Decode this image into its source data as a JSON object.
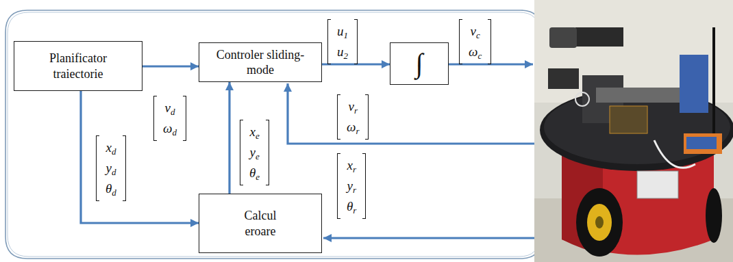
{
  "diagram": {
    "nodes": [
      {
        "text": [
          "Planificator traiectorie"
        ]
      },
      {
        "text": [
          "Controler sliding-mode"
        ]
      },
      {
        "text": [
          "∫"
        ]
      },
      {
        "text": [
          "Calcul eroare"
        ]
      }
    ],
    "edges": [
      {
        "from": 0,
        "to": 1,
        "arrow": "to"
      },
      {
        "from": 1,
        "to": 2,
        "arrow": "to"
      },
      {
        "from": 0,
        "to": 3,
        "arrow": "to"
      },
      {
        "from": 3,
        "to": 1,
        "arrow": "to"
      }
    ],
    "labels": [
      "u1",
      "u2",
      "vc",
      "ωc",
      "vd",
      "ωd",
      "vr",
      "ωr",
      "xe",
      "ye",
      "θe",
      "xd",
      "yd",
      "θd",
      "xr",
      "yr",
      "θr"
    ]
  }
}
